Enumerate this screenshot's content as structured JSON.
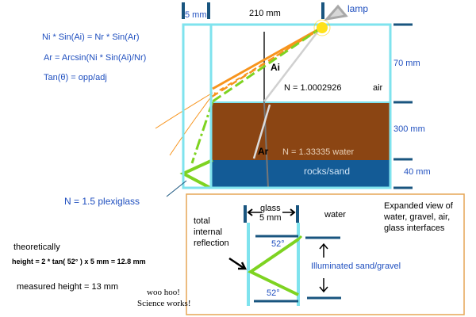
{
  "dims": {
    "glass_width": "5 mm",
    "tank_width": "210 mm",
    "air_height": "70 mm",
    "water_height": "300 mm",
    "sand_height": "40 mm"
  },
  "lamp": "lamp",
  "equations": {
    "snell": "Ni * Sin(Ai) = Nr * Sin(Ar)",
    "arcsin": "Ar = Arcsin(Ni * Sin(Ai)/Nr)",
    "tangent": "Tan(θ) = opp/adj"
  },
  "angles": {
    "incident": "Ai",
    "refracted": "Ar"
  },
  "media": {
    "air_index": "N  = 1.0002926",
    "air_label": "air",
    "water_index": "N  = 1.33335  water",
    "sand_label": "rocks/sand",
    "plexiglass": "N = 1.5  plexiglass"
  },
  "inset": {
    "title_lines": [
      "Expanded view of",
      "water, gravel, air,",
      "glass interfaces"
    ],
    "glass_label": "glass",
    "glass_width": "5 mm",
    "water_label": "water",
    "tir_lines": [
      "total",
      "internal",
      "reflection"
    ],
    "angle_top": "52°",
    "angle_bottom": "52°",
    "illuminated": "Illuminated sand/gravel"
  },
  "notes": {
    "theoretical_label": "theoretically",
    "theoretical_formula": "height = 2 * tan( 52° ) x 5 mm = 12.8 mm",
    "measured": "measured height = 13 mm",
    "celebrate_1": "woo hoo!",
    "celebrate_2": "Science works!"
  },
  "colors": {
    "glass_outline": "#7fe3ee",
    "tank_border": "#19557f",
    "water": "#8b4513",
    "sand": "#135b96",
    "green_ray": "#7ed321",
    "orange_ray": "#f7941d",
    "lamp_glow": "#ffe11a",
    "text_blue": "#1f4fbf",
    "inset_border": "#e6a656"
  }
}
